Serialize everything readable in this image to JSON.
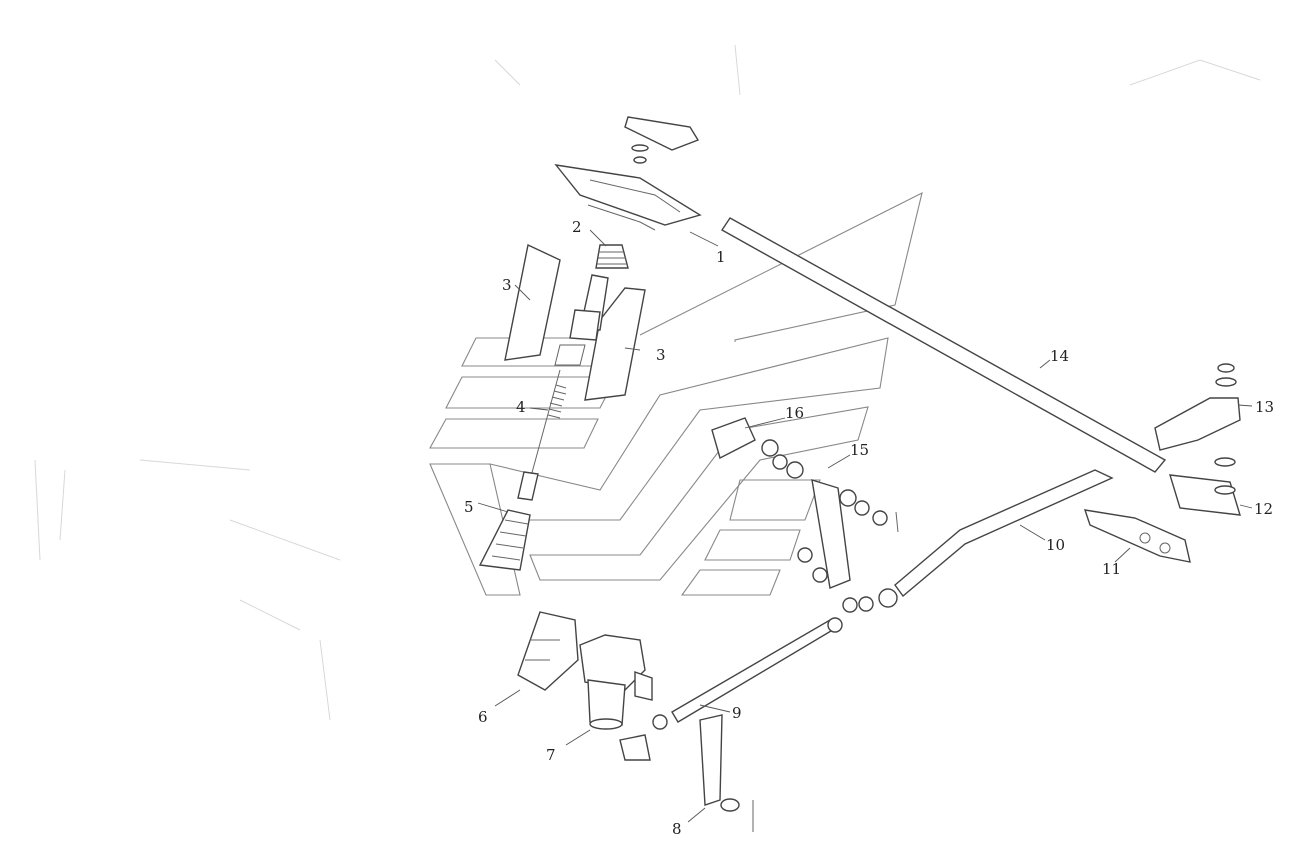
{
  "diagram": {
    "callouts": [
      "1",
      "2",
      "3",
      "3",
      "4",
      "5",
      "6",
      "7",
      "8",
      "9",
      "10",
      "11",
      "12",
      "13",
      "14",
      "15",
      "16"
    ]
  }
}
